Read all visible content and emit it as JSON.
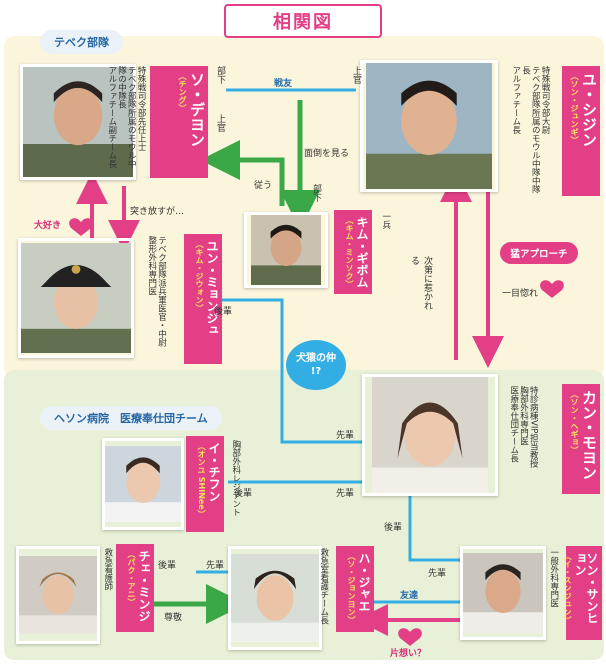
{
  "title": "相関図",
  "zones": {
    "team": "テベク部隊",
    "hospital": "ヘソン病院　医療奉仕団チーム"
  },
  "people": {
    "seo": {
      "name": "ソ・デヨン",
      "reading": "（チング）",
      "desc": [
        "特殊戦司令部先任上士",
        "テベク部隊所属のモウル中隊の中隊長",
        "アルファチーム副チーム長"
      ]
    },
    "yu": {
      "name": "ユ・シジン",
      "reading": "（ソン・ジュンギ）",
      "desc": [
        "特殊戦司令部大尉",
        "テベク部隊所属のモウル中隊中隊長",
        "アルファチーム長"
      ]
    },
    "kim": {
      "name": "キム・ギボム",
      "reading": "（キム・ミンソク）",
      "desc": [
        "一兵"
      ]
    },
    "yun": {
      "name": "ユン・ミョンジュ",
      "reading": "（キム・ジウォン）",
      "desc": [
        "テベク部隊派兵軍医官・中尉",
        "整形外科専門医"
      ]
    },
    "kang": {
      "name": "カン・モヨン",
      "reading": "（ソン・ヘギョ）",
      "desc": [
        "特診病棟VIP担当教授",
        "胸部外科専門医",
        "医療奉仕団チーム長"
      ]
    },
    "lee": {
      "name": "イ・チフン",
      "reading": "（オンユ SHINee）",
      "desc": [
        "胸部外科レジデント"
      ]
    },
    "choi": {
      "name": "チェ・ミンジ",
      "reading": "（パク・アニ）",
      "desc": [
        "救急看護師"
      ]
    },
    "ha": {
      "name": "ハ・ジャエ",
      "reading": "（ソ・ジョンヨン）",
      "desc": [
        "救急室看護チーム長"
      ]
    },
    "song": {
      "name": "ソン・サンヒョン",
      "reading": "（イ・スンジュン）",
      "desc": [
        "一般外科専門医"
      ]
    }
  },
  "relations": {
    "buka": "部下",
    "joukan": "上官",
    "senyu": "戦友",
    "mendou": "面倒を見る",
    "shitagau": "従う",
    "buka2": "部下",
    "joukan2": "上官",
    "daisuki": "大好き",
    "tsukihanasu": "突き放すが…",
    "shidaini": "次第に惹かれる",
    "moapproach": "猛アプローチ",
    "hitomebore": "一目惚れ",
    "kouhai1": "後輩",
    "senpai1": "先輩",
    "kenen": [
      "犬猿の仲",
      "!?"
    ],
    "kouhai2": "後輩",
    "senpai2": "先輩",
    "kouhai3": "後輩",
    "senpai3": "先輩",
    "kouhai4": "後輩",
    "senpai4": "先輩",
    "sonkei": "尊敬",
    "tomodachi": "友達",
    "kataomoi": "片想い？"
  },
  "colors": {
    "accent": "#e23f87",
    "blue_line": "#33aee4",
    "green_arrow": "#3aa847",
    "pink_arrow": "#e23f87",
    "team_bg": "#fbf5dc",
    "hosp_bg": "#e8f1d7"
  }
}
